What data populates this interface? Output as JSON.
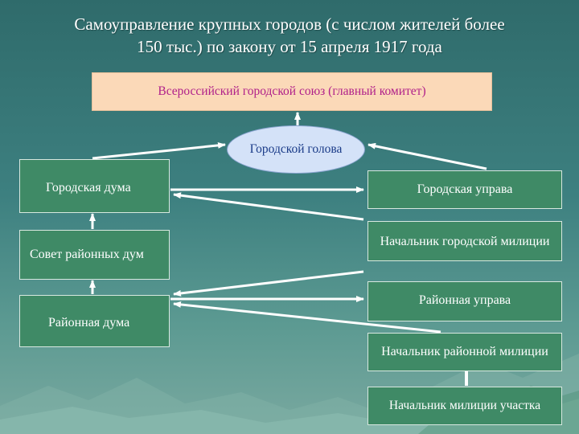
{
  "title": {
    "line1": "Самоуправление крупных городов (с числом жителей более",
    "line2": "150 тыс.) по закону от 15 апреля 1917 года"
  },
  "nodes": {
    "union": "Всероссийский городской союз (главный комитет)",
    "mayor": "Городской голова",
    "city_duma": "Городская дума",
    "city_uprava": "Городская управа",
    "district_council": "Совет районных дум",
    "city_militia_chief": "Начальник городской милиции",
    "district_uprava": "Районная управа",
    "district_duma": "Районная дума",
    "district_militia_chief": "Начальник районной милиции",
    "precinct_militia_chief": "Начальник милиции участка"
  },
  "colors": {
    "box_fill": "#3f8a66",
    "union_fill": "#fbd9b8",
    "union_text": "#b0208a",
    "mayor_fill": "#d4e2f8",
    "mayor_text": "#1a3b88",
    "arrow": "#ffffff"
  }
}
